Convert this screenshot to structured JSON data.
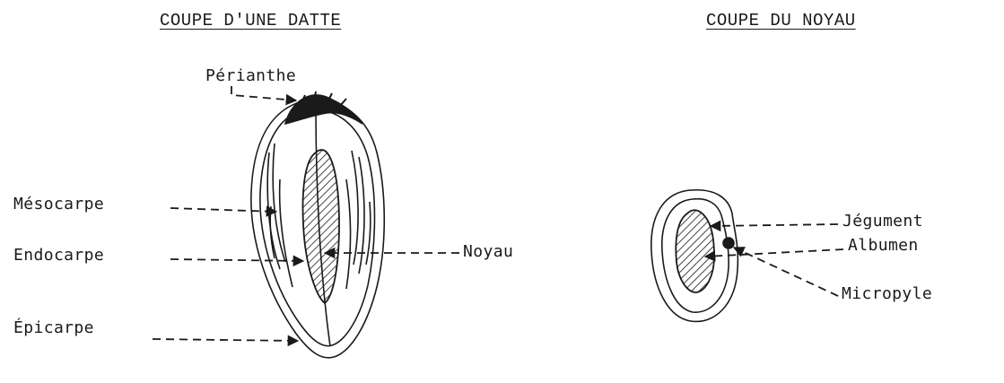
{
  "titles": {
    "left": "COUPE D'UNE DATTE",
    "right": "COUPE DU NOYAU"
  },
  "date_labels": {
    "perianthe": "Périanthe",
    "mesocarpe": "Mésocarpe",
    "endocarpe": "Endocarpe",
    "epicarpe": "Épicarpe",
    "noyau": "Noyau"
  },
  "seed_labels": {
    "tegument": "Jégument",
    "albumen": "Albumen",
    "micropyle": "Micropyle"
  },
  "colors": {
    "ink": "#1a1a1a",
    "background": "#ffffff"
  }
}
